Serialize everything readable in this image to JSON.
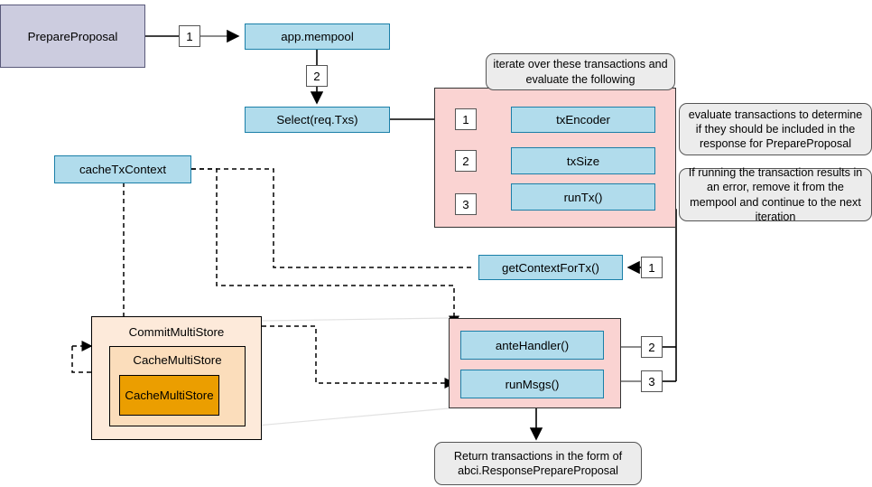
{
  "diagram": {
    "title": "PrepareProposal flow",
    "colors": {
      "blue_fill": "#b1dcec",
      "blue_stroke": "#1a7fa8",
      "purple_fill": "#ccccdf",
      "purple_stroke": "#5a5a7a",
      "pink_fill": "#fad3d2",
      "pink_stroke": "#333333",
      "orange_outer": "#fdeada",
      "orange_mid": "#fbddbb",
      "orange_inner": "#eb9e00",
      "callout_fill": "#ececec",
      "callout_stroke": "#555555",
      "edge": "#000000",
      "edge_gray": "#666666"
    },
    "nodes": {
      "prepare_proposal": "PrepareProposal",
      "app_mempool": "app.mempool",
      "select_req_txs": "Select(req.Txs)",
      "tx_encoder": "txEncoder",
      "tx_size": "txSize",
      "run_tx": "runTx()",
      "cache_tx_context": "cacheTxContext",
      "get_context_for_tx": "getContextForTx()",
      "ante_handler": "anteHandler()",
      "run_msgs": "runMsgs()",
      "commit_multi_store": "CommitMultiStore",
      "cache_multi_store_outer": "CacheMultiStore",
      "cache_multi_store_inner": "CacheMultiStore"
    },
    "callouts": {
      "iterate": "iterate over these transactions and evaluate the following",
      "evaluate": "evaluate transactions to determine if they should be included in the response for PrepareProposal",
      "error": "If running the transaction results in an error, remove it from the mempool and continue to the next iteration",
      "return": "Return transactions in the form of abci.ResponsePrepareProposal"
    },
    "step_labels": {
      "s1_mempool": "1",
      "s2_select": "2",
      "s1_txencoder": "1",
      "s2_txsize": "2",
      "s3_runtx": "3",
      "s1_getcontext": "1",
      "s2_antehandler": "2",
      "s3_runmsgs": "3"
    }
  }
}
